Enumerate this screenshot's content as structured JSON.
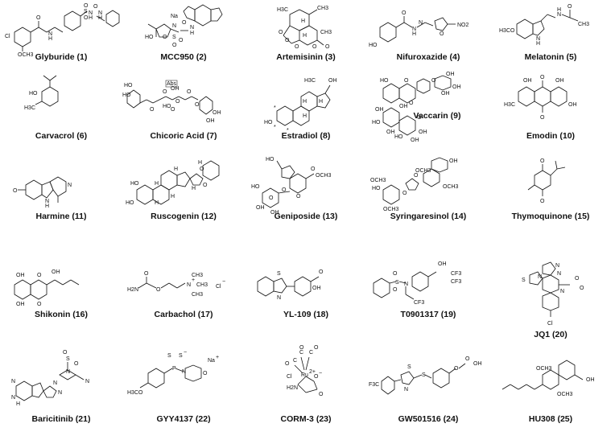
{
  "compounds": [
    {
      "id": "glyburide",
      "label": "Glyburide (1)",
      "atoms": [
        "Cl",
        "O",
        "OCH3",
        "N",
        "H",
        "S",
        "O",
        "O",
        "N",
        "H",
        "O",
        "N",
        "H"
      ]
    },
    {
      "id": "mcc950",
      "label": "MCC950 (2)",
      "atoms": [
        "HO",
        "O",
        "Na",
        "N",
        "S",
        "O",
        "O",
        "O",
        "N",
        "H"
      ]
    },
    {
      "id": "artemisinin",
      "label": "Artemisinin (3)",
      "atoms": [
        "H3C",
        "H",
        "CH3",
        "O",
        "O",
        "O",
        "H",
        "O",
        "O",
        "CH3"
      ]
    },
    {
      "id": "nifuroxazide",
      "label": "Nifuroxazide (4)",
      "atoms": [
        "HO",
        "O",
        "N",
        "H",
        "N",
        "O",
        "NO2"
      ]
    },
    {
      "id": "melatonin",
      "label": "Melatonin (5)",
      "atoms": [
        "H3CO",
        "N",
        "H",
        "N",
        "H",
        "CH3",
        "O"
      ]
    },
    {
      "id": "carvacrol",
      "label": "Carvacrol (6)",
      "atoms": [
        "HO",
        "H3C"
      ]
    },
    {
      "id": "chicoric-acid",
      "label": "Chicoric Acid (7)",
      "atoms": [
        "Abs",
        "HO",
        "HO",
        "O",
        "OH",
        "O",
        "O",
        "O",
        "HO",
        "O",
        "O",
        "OH",
        "OH"
      ]
    },
    {
      "id": "estradiol",
      "label": "Estradiol (8)",
      "atoms": [
        "H3C",
        "OH",
        "H",
        "H",
        "H",
        "HO",
        "*",
        "*",
        "*"
      ]
    },
    {
      "id": "vaccarin",
      "label": "Vaccarin (9)",
      "atoms": [
        "HO",
        "O",
        "OH",
        "OH",
        "OH",
        "O",
        "OH",
        "O",
        "OH",
        "HO",
        "OH",
        "O",
        "HO",
        "OH",
        "OH"
      ]
    },
    {
      "id": "emodin",
      "label": "Emodin (10)",
      "atoms": [
        "OH",
        "O",
        "OH",
        "H3C",
        "O",
        "OH"
      ]
    },
    {
      "id": "harmine",
      "label": "Harmine (11)",
      "atoms": [
        "O",
        "N",
        "H",
        "N"
      ]
    },
    {
      "id": "ruscogenin",
      "label": "Ruscogenin (12)",
      "atoms": [
        "HO",
        "H",
        "H",
        "H",
        "HO",
        "H",
        "H",
        "O",
        "O",
        "H"
      ]
    },
    {
      "id": "geniposide",
      "label": "Geniposide (13)",
      "atoms": [
        "HO",
        "OCH3",
        "O",
        "O",
        "HO",
        "O",
        "O",
        "OH",
        "OH"
      ]
    },
    {
      "id": "syringaresinol",
      "label": "Syringaresinol (14)",
      "atoms": [
        "OCH3",
        "OCH3",
        "HO",
        "OCH3",
        "O",
        "O",
        "OCH3",
        "OH"
      ]
    },
    {
      "id": "thymoquinone",
      "label": "Thymoquinone (15)",
      "atoms": [
        "O",
        "O"
      ]
    },
    {
      "id": "shikonin",
      "label": "Shikonin (16)",
      "atoms": [
        "OH",
        "O",
        "OH",
        "OH",
        "O"
      ]
    },
    {
      "id": "carbachol",
      "label": "Carbachol (17)",
      "atoms": [
        "O",
        "H2N",
        "O",
        "N",
        "+",
        "CH3",
        "CH3",
        "CH3",
        "Cl",
        "−"
      ]
    },
    {
      "id": "yl-109",
      "label": "YL-109 (18)",
      "atoms": [
        "S",
        "N",
        "O",
        "OH"
      ]
    },
    {
      "id": "t0901317",
      "label": "T0901317 (19)",
      "atoms": [
        "O",
        "O",
        "S",
        "N",
        "OH",
        "CF3",
        "CF3",
        "CF3"
      ]
    },
    {
      "id": "jq1",
      "label": "JQ1 (20)",
      "atoms": [
        "N",
        "N",
        "N",
        "S",
        "N",
        "O",
        "O",
        "Cl"
      ]
    },
    {
      "id": "baricitinib",
      "label": "Baricitinib (21)",
      "atoms": [
        "O",
        "S",
        "O",
        "N",
        "N",
        "N",
        "N",
        "N",
        "H",
        "N"
      ]
    },
    {
      "id": "gyy4137",
      "label": "GYY4137 (22)",
      "atoms": [
        "S",
        "S",
        "−",
        "P",
        "N",
        "O",
        "Na",
        "+",
        "H3CO"
      ]
    },
    {
      "id": "corm-3",
      "label": "CORM-3 (23)",
      "atoms": [
        "O",
        "C",
        "C",
        "O",
        "C",
        "O",
        "Cl",
        "Ru",
        "2+",
        "O",
        "−",
        "H2N",
        "O"
      ]
    },
    {
      "id": "gw501516",
      "label": "GW501516 (24)",
      "atoms": [
        "F3C",
        "S",
        "N",
        "S",
        "O",
        "O",
        "OH"
      ]
    },
    {
      "id": "hu308",
      "label": "HU308 (25)",
      "atoms": [
        "OCH3",
        "OCH3",
        "OH"
      ]
    }
  ]
}
